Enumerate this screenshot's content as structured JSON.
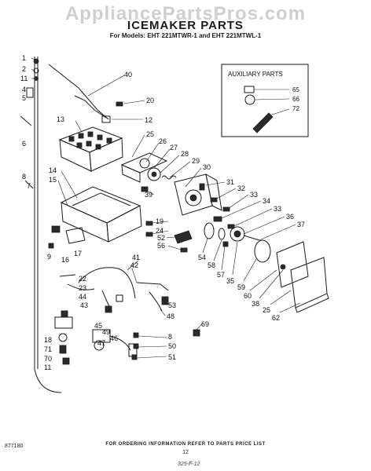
{
  "watermark": "AppliancePartsPros.com",
  "header": {
    "title": "ICEMAKER PARTS",
    "models": "For Models: EHT 221MTWR-1 and EHT 221MTWL-1"
  },
  "aux_box": {
    "title": "AUXILIARY PARTS",
    "labels": [
      "65",
      "66",
      "72"
    ]
  },
  "callouts": {
    "c1": "1",
    "c2": "2",
    "c11a": "11",
    "c4": "4",
    "c5": "5",
    "c6": "6",
    "c40": "40",
    "c20": "20",
    "c12": "12",
    "c13": "13",
    "c25a": "25",
    "c26": "26",
    "c27": "27",
    "c28": "28",
    "c29": "29",
    "c30": "30",
    "c31": "31",
    "c32": "32",
    "c33a": "33",
    "c34": "34",
    "c33b": "33",
    "c36": "36",
    "c37": "37",
    "c39": "39",
    "c8a": "8",
    "c7": "7",
    "c14": "14",
    "c15": "15",
    "c9": "9",
    "c16": "16",
    "c17": "17",
    "c19": "19",
    "c24": "24",
    "c52": "52",
    "c56": "56",
    "c54": "54",
    "c58": "58",
    "c57": "57",
    "c35": "35",
    "c59": "59",
    "c60": "60",
    "c38": "38",
    "c25b": "25",
    "c62": "62",
    "c41": "41",
    "c42": "42",
    "c22": "22",
    "c23": "23",
    "c44": "44",
    "c43": "43",
    "c53": "53",
    "c48": "48",
    "c45": "45",
    "c49": "49",
    "c46": "46",
    "c47": "47",
    "c69": "69",
    "c8b": "8",
    "c50": "50",
    "c51": "51",
    "c18": "18",
    "c71": "71",
    "c70": "70",
    "c11b": "11"
  },
  "footer": {
    "note": "FOR ORDERING INFORMATION REFER TO PARTS PRICE LIST",
    "page": "12",
    "code": "877180",
    "handwritten": "325-F-12"
  }
}
